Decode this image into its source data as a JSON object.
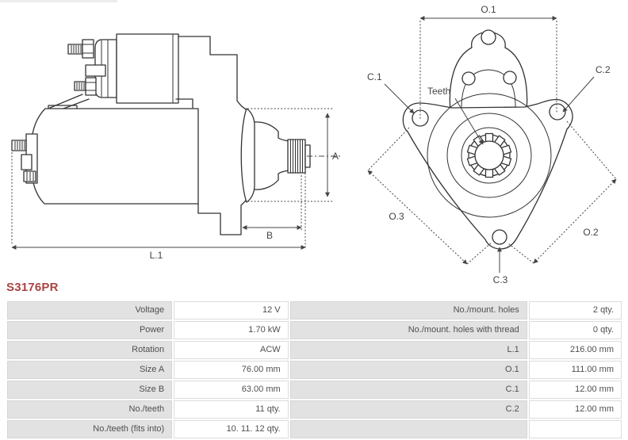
{
  "page": {
    "part_number": "S3176PR"
  },
  "drawings": {
    "side_view": {
      "labels": {
        "a": "A",
        "b": "B",
        "l1": "L.1"
      }
    },
    "front_view": {
      "labels": {
        "o1": "O.1",
        "o2": "O.2",
        "o3": "O.3",
        "c1": "C.1",
        "c2": "C.2",
        "c3": "C.3",
        "teeth": "Teeth"
      }
    }
  },
  "spec_table": {
    "left_rows": [
      {
        "label": "Voltage",
        "value": "12 V"
      },
      {
        "label": "Power",
        "value": "1.70 kW"
      },
      {
        "label": "Rotation",
        "value": "ACW"
      },
      {
        "label": "Size A",
        "value": "76.00 mm"
      },
      {
        "label": "Size B",
        "value": "63.00 mm"
      },
      {
        "label": "No./teeth",
        "value": "11 qty."
      },
      {
        "label": "No./teeth (fits into)",
        "value": "10. 11. 12 qty."
      }
    ],
    "right_rows": [
      {
        "label": "No./mount. holes",
        "value": "2 qty."
      },
      {
        "label": "No./mount. holes with thread",
        "value": "0 qty."
      },
      {
        "label": "L.1",
        "value": "216.00 mm"
      },
      {
        "label": "O.1",
        "value": "111.00 mm"
      },
      {
        "label": "C.1",
        "value": "12.00 mm"
      },
      {
        "label": "C.2",
        "value": "12.00 mm"
      },
      {
        "label": "",
        "value": ""
      }
    ]
  },
  "colors": {
    "part_number": "#a94442",
    "drawing_line": "#333333",
    "dimension_text": "#444444",
    "table_label_bg": "#e2e2e2",
    "table_border": "#d6d6d6",
    "table_text": "#4f4f4f",
    "background": "#ffffff"
  }
}
